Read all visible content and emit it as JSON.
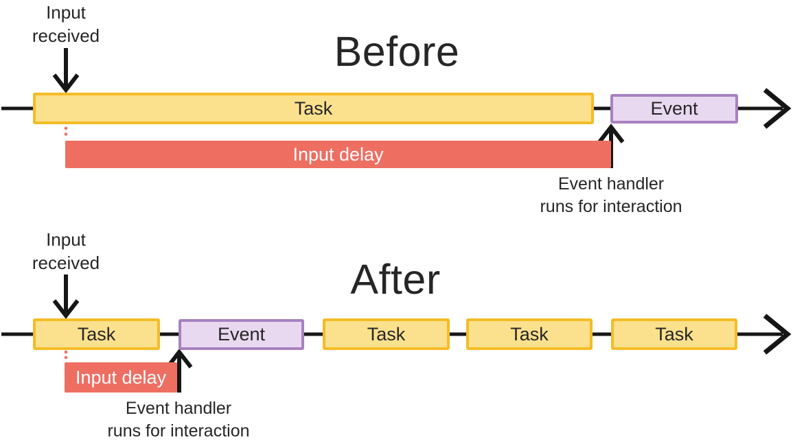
{
  "colors": {
    "task_fill": "#FBE18E",
    "task_border": "#F5BB27",
    "event_fill": "#E9D9F0",
    "event_border": "#A781C1",
    "input_delay_fill": "#EE6E62",
    "line": "#161616",
    "text": "#262626"
  },
  "before": {
    "title": "Before",
    "input_received_label": "Input\nreceived",
    "task_label": "Task",
    "event_label": "Event",
    "input_delay_label": "Input delay",
    "event_handler_label": "Event handler\nruns for interaction"
  },
  "after": {
    "title": "After",
    "input_received_label": "Input\nreceived",
    "task_labels": [
      "Task",
      "Task",
      "Task",
      "Task"
    ],
    "event_label": "Event",
    "input_delay_label": "Input delay",
    "event_handler_label": "Event handler\nruns for interaction"
  }
}
